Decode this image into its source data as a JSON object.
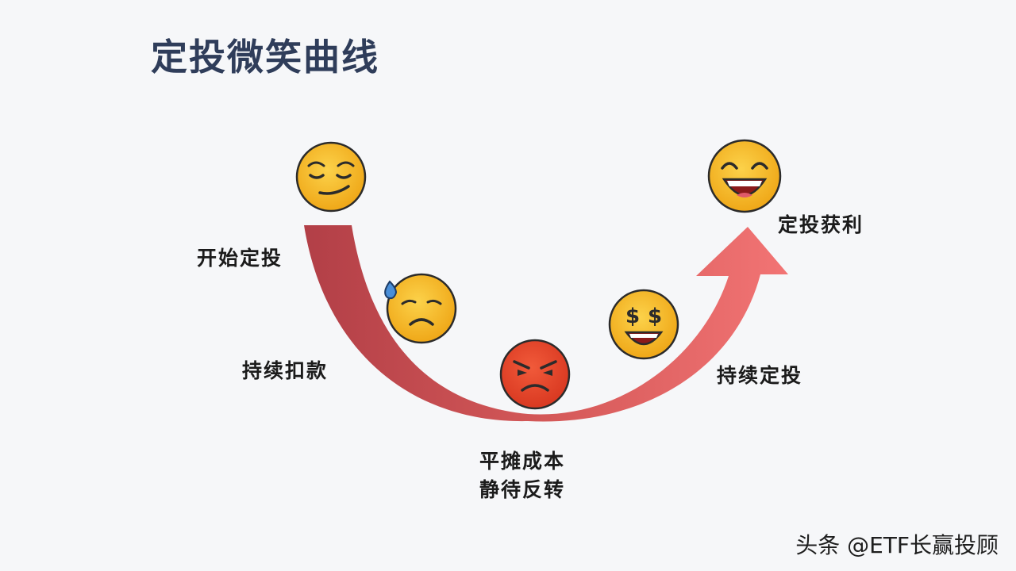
{
  "title": "定投微笑曲线",
  "stages": {
    "start": "开始定投",
    "deduct": "持续扣款",
    "bottom_line1": "平摊成本",
    "bottom_line2": "静待反转",
    "continue": "持续定投",
    "profit": "定投获利"
  },
  "faces": {
    "start": "smirk-face-icon",
    "worried": "sweat-sad-face-icon",
    "angry": "angry-face-icon",
    "money": "money-eyes-face-icon",
    "happy": "grinning-face-icon"
  },
  "watermark": "头条 @ETF长赢投顾",
  "colors": {
    "arrow_dark": "#b7484f",
    "arrow_light": "#ef6e6e",
    "face_yellow": "#f6b928",
    "face_red": "#e8472b",
    "title": "#2f3d5a"
  }
}
